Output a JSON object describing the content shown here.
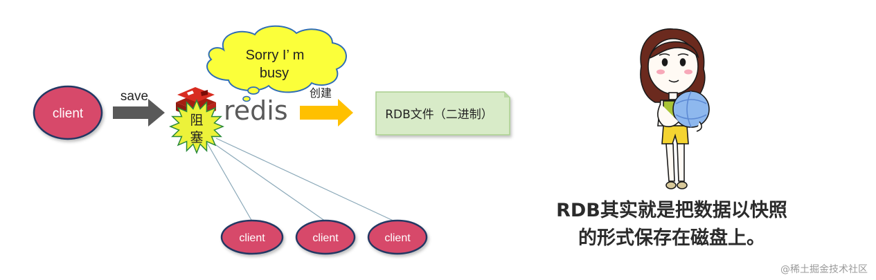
{
  "diagram": {
    "client_main": "client",
    "save_label": "save",
    "speech_bubble": [
      "Sorry I’ m",
      "busy"
    ],
    "redis_label": "redis",
    "blocked_label": [
      "阻",
      "塞"
    ],
    "create_label": "创建",
    "rdb_file_label": "RDB文件（二进制）",
    "waiting_clients": [
      "client",
      "client",
      "client"
    ]
  },
  "caption": {
    "line1": "RDB其实就是把数据以快照",
    "line2": "的形式保存在磁盘上。"
  },
  "watermark": "@稀土掘金技术社区",
  "colors": {
    "client_fill": "#d7496a",
    "client_stroke": "#203864",
    "save_arrow": "#595959",
    "create_arrow": "#ffc000",
    "bubble_fill": "#fbff3a",
    "starburst_fill": "#ecf23a",
    "rdb_box_fill": "#d8ebc8",
    "rdb_box_stroke": "#a9cf8e",
    "redis_red": "#c6302b",
    "redis_text": "#5a5a5a"
  }
}
